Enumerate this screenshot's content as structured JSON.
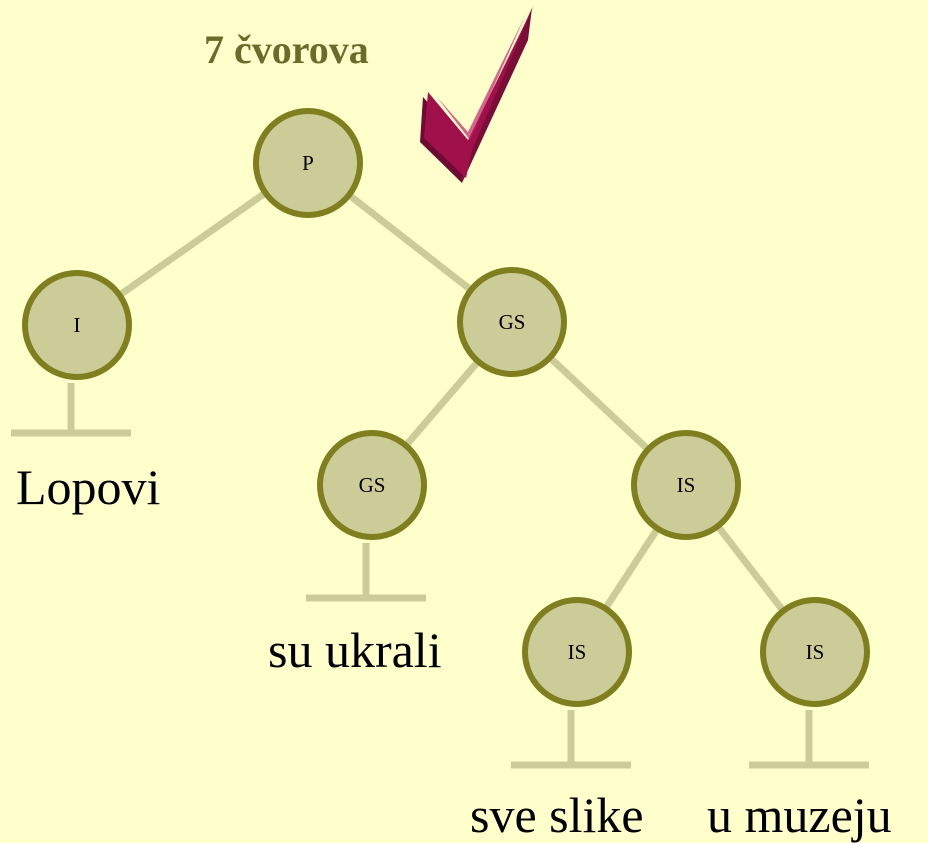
{
  "title": "7 čvorova",
  "colors": {
    "background": "#FFFFCC",
    "node_fill": "#CCCC99",
    "node_stroke": "#7F7F1F",
    "edge": "#CCCC99",
    "title": "#6B6B2A",
    "checkmark": "#A0104A"
  },
  "checkmark_icon": "checkmark-icon",
  "tree": {
    "nodes": [
      {
        "id": "p",
        "label": "P"
      },
      {
        "id": "i",
        "label": "I"
      },
      {
        "id": "gs1",
        "label": "GS"
      },
      {
        "id": "gs2",
        "label": "GS"
      },
      {
        "id": "is1",
        "label": "IS"
      },
      {
        "id": "is2",
        "label": "IS"
      },
      {
        "id": "is3",
        "label": "IS"
      }
    ],
    "edges": [
      {
        "from": "p",
        "to": "i"
      },
      {
        "from": "p",
        "to": "gs1"
      },
      {
        "from": "gs1",
        "to": "gs2"
      },
      {
        "from": "gs1",
        "to": "is1"
      },
      {
        "from": "is1",
        "to": "is2"
      },
      {
        "from": "is1",
        "to": "is3"
      }
    ],
    "words": [
      {
        "node": "i",
        "text": "Lopovi"
      },
      {
        "node": "gs2",
        "text": "su ukrali"
      },
      {
        "node": "is2",
        "text": "sve slike"
      },
      {
        "node": "is3",
        "text": "u muzeju"
      }
    ]
  }
}
